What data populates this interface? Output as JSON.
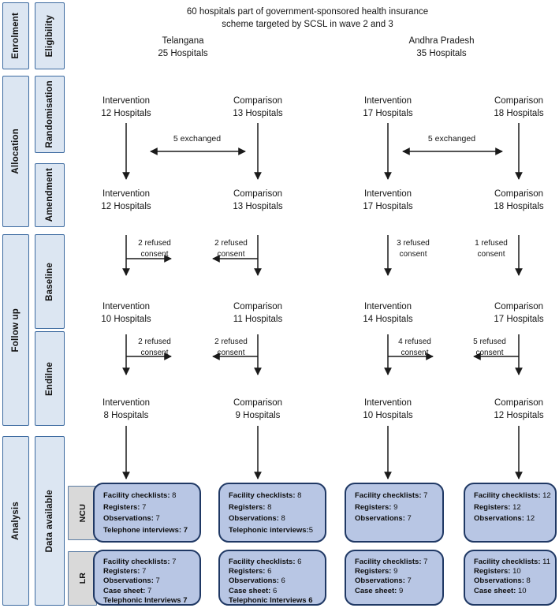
{
  "title": {
    "line1": "60 hospitals part of government-sponsored health insurance",
    "line2": "scheme targeted by SCSL in wave 2 and 3"
  },
  "regions": [
    {
      "name": "Telangana",
      "count": "25 Hospitals"
    },
    {
      "name": "Andhra Pradesh",
      "count": "35 Hospitals"
    }
  ],
  "sidebar": {
    "stages": {
      "enrolment": "Enrolment",
      "allocation": "Allocation",
      "followup": "Follow up",
      "analysis": "Analysis"
    },
    "phases": {
      "eligibility": "Eligibility",
      "randomisation": "Randomisation",
      "amendment": "Amendment",
      "baseline": "Baseline",
      "endline": "Endilne",
      "data_available": "Data available"
    },
    "tabs": {
      "ncu": "NCU",
      "lr": "LR"
    }
  },
  "flow_rows": [
    {
      "stage": "randomisation",
      "nodes": [
        [
          "Intervention",
          "12 Hospitals"
        ],
        [
          "Comparison",
          "13 Hospitals"
        ],
        [
          "Intervention",
          "17 Hospitals"
        ],
        [
          "Comparison",
          "18 Hospitals"
        ]
      ]
    },
    {
      "stage": "amendment",
      "nodes": [
        [
          "Intervention",
          "12 Hospitals"
        ],
        [
          "Comparison",
          "13 Hospitals"
        ],
        [
          "Intervention",
          "17 Hospitals"
        ],
        [
          "Comparison",
          "18 Hospitals"
        ]
      ]
    },
    {
      "stage": "baseline",
      "nodes": [
        [
          "Intervention",
          "10 Hospitals"
        ],
        [
          "Comparison",
          "11 Hospitals"
        ],
        [
          "Intervention",
          "14 Hospitals"
        ],
        [
          "Comparison",
          "17 Hospitals"
        ]
      ]
    },
    {
      "stage": "endline",
      "nodes": [
        [
          "Intervention",
          "8 Hospitals"
        ],
        [
          "Comparison",
          "9 Hospitals"
        ],
        [
          "Intervention",
          "10 Hospitals"
        ],
        [
          "Comparison",
          "12 Hospitals"
        ]
      ]
    }
  ],
  "exchange_labels": [
    "5 exchanged",
    "5 exchanged"
  ],
  "refusals": {
    "baseline": [
      "2 refused consent",
      "2 refused consent",
      "3 refused consent",
      "1 refused consent"
    ],
    "endline": [
      "2 refused consent",
      "2 refused consent",
      "4 refused consent",
      "5 refused consent"
    ]
  },
  "analysis_boxes": {
    "ncu": [
      {
        "lines": [
          [
            "Facility checklists",
            ": ",
            "8",
            false
          ],
          [
            "Registers",
            ": ",
            "7",
            false
          ],
          [
            "Observations",
            ": ",
            "7",
            false
          ],
          [
            "Telephone interviews",
            ": ",
            "7",
            true
          ]
        ]
      },
      {
        "lines": [
          [
            "Facility checklists",
            ": ",
            "8",
            false
          ],
          [
            "Registers",
            ": ",
            "8",
            false
          ],
          [
            "Observations",
            ": ",
            "8",
            false
          ],
          [
            "Telephonic interviews",
            ":",
            "5",
            false
          ]
        ]
      },
      {
        "lines": [
          [
            "Facility checklists",
            ": ",
            "7",
            false
          ],
          [
            "Registers",
            ": ",
            "9",
            false
          ],
          [
            "Observations",
            ": ",
            "7",
            false
          ]
        ]
      },
      {
        "lines": [
          [
            "Facility checklists",
            ": ",
            "12",
            false
          ],
          [
            "Registers",
            ": ",
            "12",
            false
          ],
          [
            "Observations",
            ": ",
            "12",
            false
          ]
        ]
      }
    ],
    "lr": [
      {
        "lines": [
          [
            "Facility checklists",
            ": ",
            "7",
            false
          ],
          [
            "Registers",
            ": ",
            "7",
            false
          ],
          [
            "Observations",
            ": ",
            "7",
            false
          ],
          [
            "Case sheet",
            ": ",
            "7",
            false
          ],
          [
            "Telephonic Interviews",
            " ",
            "7",
            true
          ]
        ]
      },
      {
        "lines": [
          [
            "Facility checklists",
            ": ",
            "6",
            false
          ],
          [
            "Registers",
            ": ",
            "6",
            false
          ],
          [
            "Observations",
            ": ",
            "6",
            false
          ],
          [
            "Case sheet",
            ": ",
            "6",
            false
          ],
          [
            "Telephonic Interviews",
            " ",
            "6",
            true
          ]
        ]
      },
      {
        "lines": [
          [
            "Facility checklists",
            ": ",
            "7",
            false
          ],
          [
            "Registers",
            ": ",
            "9",
            false
          ],
          [
            "Observations",
            ": ",
            "7",
            false
          ],
          [
            "Case sheet",
            ": ",
            "9",
            false
          ]
        ]
      },
      {
        "lines": [
          [
            "Facility checklists",
            ": ",
            "11",
            false
          ],
          [
            "Registers",
            ": ",
            "10",
            false
          ],
          [
            "Observations",
            ": ",
            "8",
            false
          ],
          [
            "Case sheet",
            ": ",
            "10",
            false
          ]
        ]
      }
    ]
  },
  "colors": {
    "stage_fill": "#dce6f2",
    "stage_border": "#3c6aa0",
    "tab_fill": "#d9d9d9",
    "analysis_fill": "#b8c6e4",
    "analysis_border": "#1f3864",
    "arrow": "#1a1a1a"
  }
}
